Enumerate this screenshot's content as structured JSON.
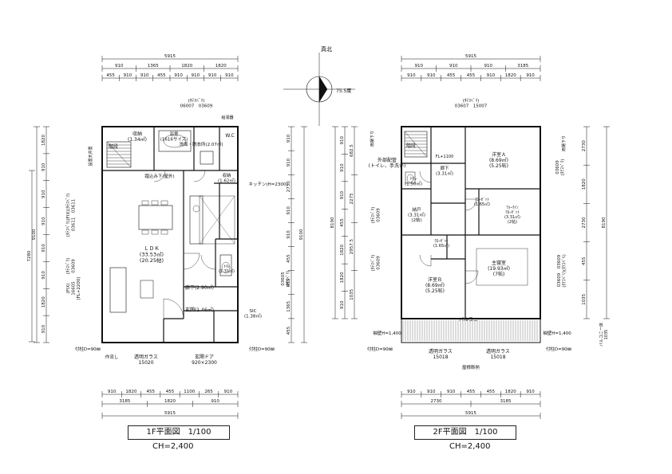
{
  "north": {
    "label": "真北",
    "angle": "75.5度"
  },
  "floor1": {
    "title": "1F平面図　1/100",
    "ceiling": "CH=2,400",
    "dims_top_total": "5915",
    "dims_top_row1": [
      "910",
      "1365",
      "1820",
      "1820"
    ],
    "dims_top_row2": [
      "455",
      "910",
      "910",
      "455",
      "910",
      "910",
      "910",
      "910"
    ],
    "dims_bottom_row1": [
      "910",
      "1820",
      "455",
      "455",
      "1100",
      "265",
      "910"
    ],
    "dims_bottom_row2": [
      "3185",
      "1820",
      "910"
    ],
    "dims_bottom_total": "5915",
    "dims_left_total": "9100",
    "dims_left_row1": [
      "1820",
      "910",
      "910",
      "910",
      "910",
      "910",
      "1820",
      "910"
    ],
    "dims_left_sub": "7280",
    "dims_right": [
      "910",
      "910",
      "2730",
      "910",
      "910",
      "455",
      "455",
      "1365",
      "455"
    ],
    "dims_right_total": "9100",
    "window_top_codes": "(ﾀﾃｽﾍﾞﾘ)\n06007　03609",
    "window_left_codes": "(ﾀﾃｽﾍﾞﾘ)(FIX)(ﾀﾃｽﾍﾞﾘ)\n03611　03611",
    "window_left_codes2": "(ﾀﾃｽﾍﾞﾘ)\n03609",
    "window_left_codes3": "(FIX)\n16605\n(FL+2200)",
    "window_right_codes": "03605\n(ﾀﾃｽﾍﾞﾘ)",
    "rooms": {
      "storage": "収納\n(1.34㎡)",
      "bath": "浴室\n(1616サイズ)",
      "washroom": "洗面・脱衣所(2.07㎡)",
      "stair": "階段",
      "ldk": "ＬＤＫ\n(33.53㎡)\n(20.25帖)",
      "kitchen": "キッチン(H=2300)",
      "storage2": "収納\n(1.62㎡)",
      "toilet": "ﾄｲﾚ\n(1.31㎡)",
      "hall": "廊下(2.90㎡)",
      "entrance": "玄関(1.46㎡)",
      "sic": "SIC\n(1.38㎡)",
      "wc": "W.C"
    },
    "notes": {
      "pillar_left": "付柱D=90㎜",
      "pillar_right": "付柱D=90㎜",
      "sink": "作流し",
      "glass": "透明ガラス\n15020",
      "door": "玄関ドア\n920×2300",
      "tv": "設置天井置",
      "stair_note": "踏込み下(屋外)",
      "heater": "給湯器"
    }
  },
  "floor2": {
    "title": "2F平面図　1/100",
    "ceiling": "CH=2,400",
    "dims_top_total": "5915",
    "dims_top_row1": [
      "910",
      "910",
      "910",
      "3185"
    ],
    "dims_top_row2": [
      "910",
      "910",
      "455",
      "455",
      "910",
      "1820",
      "910"
    ],
    "dims_bottom_row1": [
      "910",
      "910",
      "910",
      "455",
      "455",
      "1820",
      "910"
    ],
    "dims_bottom_row2": [
      "2730",
      "3185"
    ],
    "dims_bottom_total": "5915",
    "dims_left_total": "8190",
    "dims_left_row1": [
      "910",
      "910",
      "910",
      "455",
      "1820",
      "1820",
      "910"
    ],
    "dims_left_row2": [
      "682.5",
      "2275",
      "2957.5",
      "1035"
    ],
    "dims_right_row1": [
      "2730",
      "1820",
      "2730",
      "455",
      "1035"
    ],
    "dims_right_total": "8190",
    "window_top_codes": "(ﾀﾃｽﾍﾞﾘ)\n03607　15007",
    "window_left_codes": "(ﾀﾃｽﾍﾞﾘ)\n03609",
    "window_left_codes2": "(ﾀﾃｽﾍﾞﾘ)\n03609",
    "window_right_codes": "03609\n(ﾀﾃｽﾍﾞﾘ)",
    "window_right_codes2": "03609　03609\n(ﾀﾃｽﾍﾞﾘ)(ﾀﾃｽﾍﾞﾘ)",
    "rooms": {
      "stair": "階段",
      "toilet": "ﾄｲﾚ\n(1.50㎡)",
      "hall": "廊下\n(3.31㎡)",
      "storage": "納戸\n(3.31㎡)\n(2帖)",
      "closet1": "ｸﾛｰｾﾞｯﾄ\n(1.65㎡)",
      "closet2": "ｸﾛｰｾﾞｯﾄ\n(1.65㎡)",
      "walkin": "ｳｫｰｸｲﾝ\nｸﾛｰｾﾞｯﾄ\n(3.31㎡)\n(2帖)",
      "room_a": "洋室Ａ\n(8.69㎡)\n(5.25帖)",
      "room_b": "洋室Ｂ\n(8.69㎡)\n(5.25帖)",
      "master": "主寝室\n(19.93㎡)\n(7帖)",
      "balcony": "バルコニー"
    },
    "notes": {
      "outdoor_pipe": "外部配管\n(トイレ、手洗い)",
      "handrail_left": "袖壁H=1,400",
      "handrail_right": "袖壁H=1,400",
      "pillar_left": "付柱D=90㎜",
      "pillar_right": "付柱D=90㎜",
      "glass1": "透明ガラス\n15018",
      "glass2": "透明ガラス\n15018",
      "roof": "屋根断熱",
      "fl": "FL+1100",
      "gutter": "雨樋下り",
      "gutter2": "雨樋下り",
      "balcony_h": "バルコニー床\n1035"
    }
  }
}
